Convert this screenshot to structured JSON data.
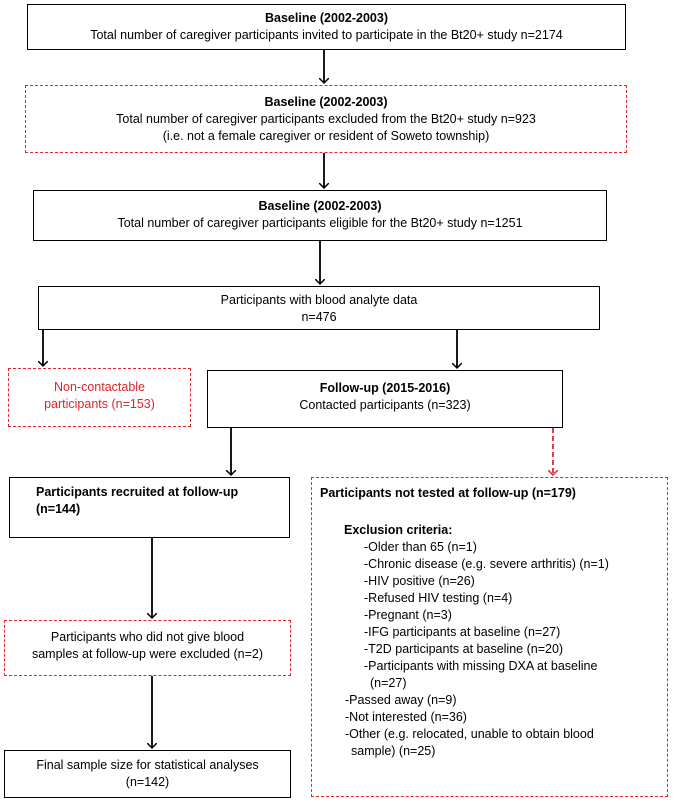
{
  "boxes": {
    "b1": {
      "title": "Baseline (2002-2003)",
      "text": "Total number of caregiver participants invited to participate in the Bt20+ study n=2174"
    },
    "b2": {
      "title": "Baseline (2002-2003)",
      "text": "Total number of caregiver participants excluded from the Bt20+ study n=923",
      "note": "(i.e. not a female caregiver or resident of Soweto township)"
    },
    "b3": {
      "title": "Baseline (2002-2003)",
      "text": "Total number of caregiver participants eligible for the Bt20+ study n=1251"
    },
    "b4": {
      "line1": "Participants with blood analyte data",
      "line2": "n=476"
    },
    "b5": {
      "line1": "Non-contactable",
      "line2": "participants (n=153)"
    },
    "b6": {
      "title": "Follow-up (2015-2016)",
      "text": "Contacted participants (n=323)"
    },
    "b7": {
      "title1": "Participants recruited at follow-up",
      "title2": "(n=144)"
    },
    "b8": {
      "title": "Participants not tested at follow-up (n=179)",
      "criteria_heading": "Exclusion criteria:",
      "criteria": [
        "-Older than 65 (n=1)",
        "-Chronic disease (e.g. severe arthritis) (n=1)",
        "-HIV positive (n=26)",
        "-Refused HIV testing (n=4)",
        "-Pregnant (n=3)",
        "-IFG participants at baseline (n=27)",
        "-T2D participants at baseline (n=20)",
        "-Participants with missing DXA at baseline",
        "(n=27)"
      ],
      "other": [
        "-Passed away (n=9)",
        "-Not interested (n=36)",
        "-Other (e.g. relocated, unable to obtain blood",
        "sample)  (n=25)"
      ]
    },
    "b9": {
      "line1": "Participants who did not give blood",
      "line2": "samples at follow-up were excluded (n=2)"
    },
    "b10": {
      "line1": "Final sample size for statistical analyses",
      "line2": "(n=142)"
    }
  },
  "colors": {
    "border": "#000000",
    "excluded_border": "#e0252b",
    "excluded_text": "#e0252b"
  }
}
